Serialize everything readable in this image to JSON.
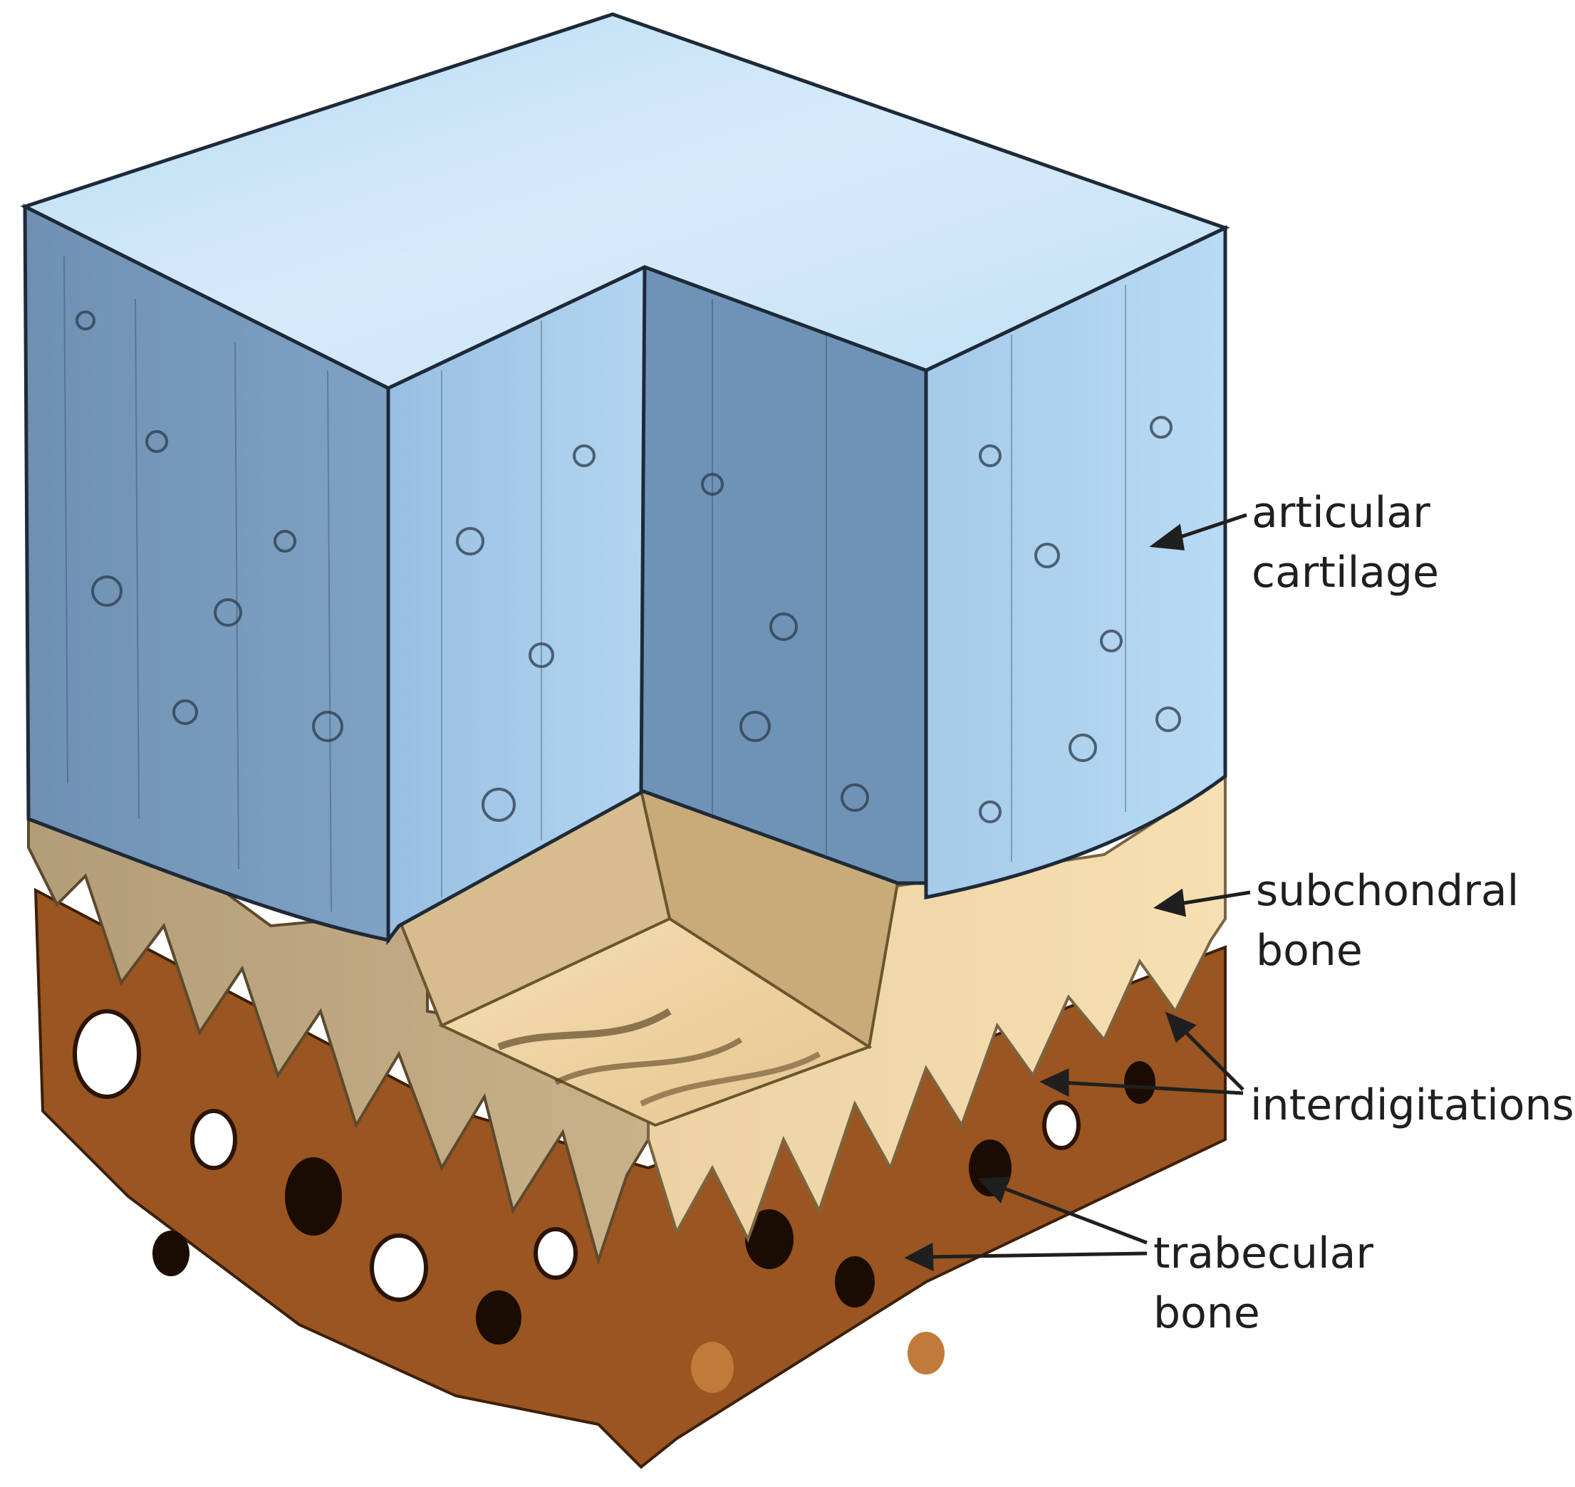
{
  "diagram": {
    "labels": {
      "articular_cartilage": {
        "line1": "articular",
        "line2": "cartilage"
      },
      "subchondral_bone": {
        "line1": "subchondral",
        "line2": "bone"
      },
      "interdigitations": {
        "line1": "interdigitations"
      },
      "trabecular_bone": {
        "line1": "trabecular",
        "line2": "bone"
      }
    },
    "colors": {
      "cartilage_light": "#cfe6f7",
      "cartilage_mid": "#a7cdea",
      "cartilage_shadow": "#6f93b6",
      "subchondral_light": "#f3d9a8",
      "subchondral_shadow": "#b9a07a",
      "trabecular": "#9a5520",
      "trabecular_dark": "#5a2d0e",
      "ink": "#1f1f1f"
    }
  }
}
